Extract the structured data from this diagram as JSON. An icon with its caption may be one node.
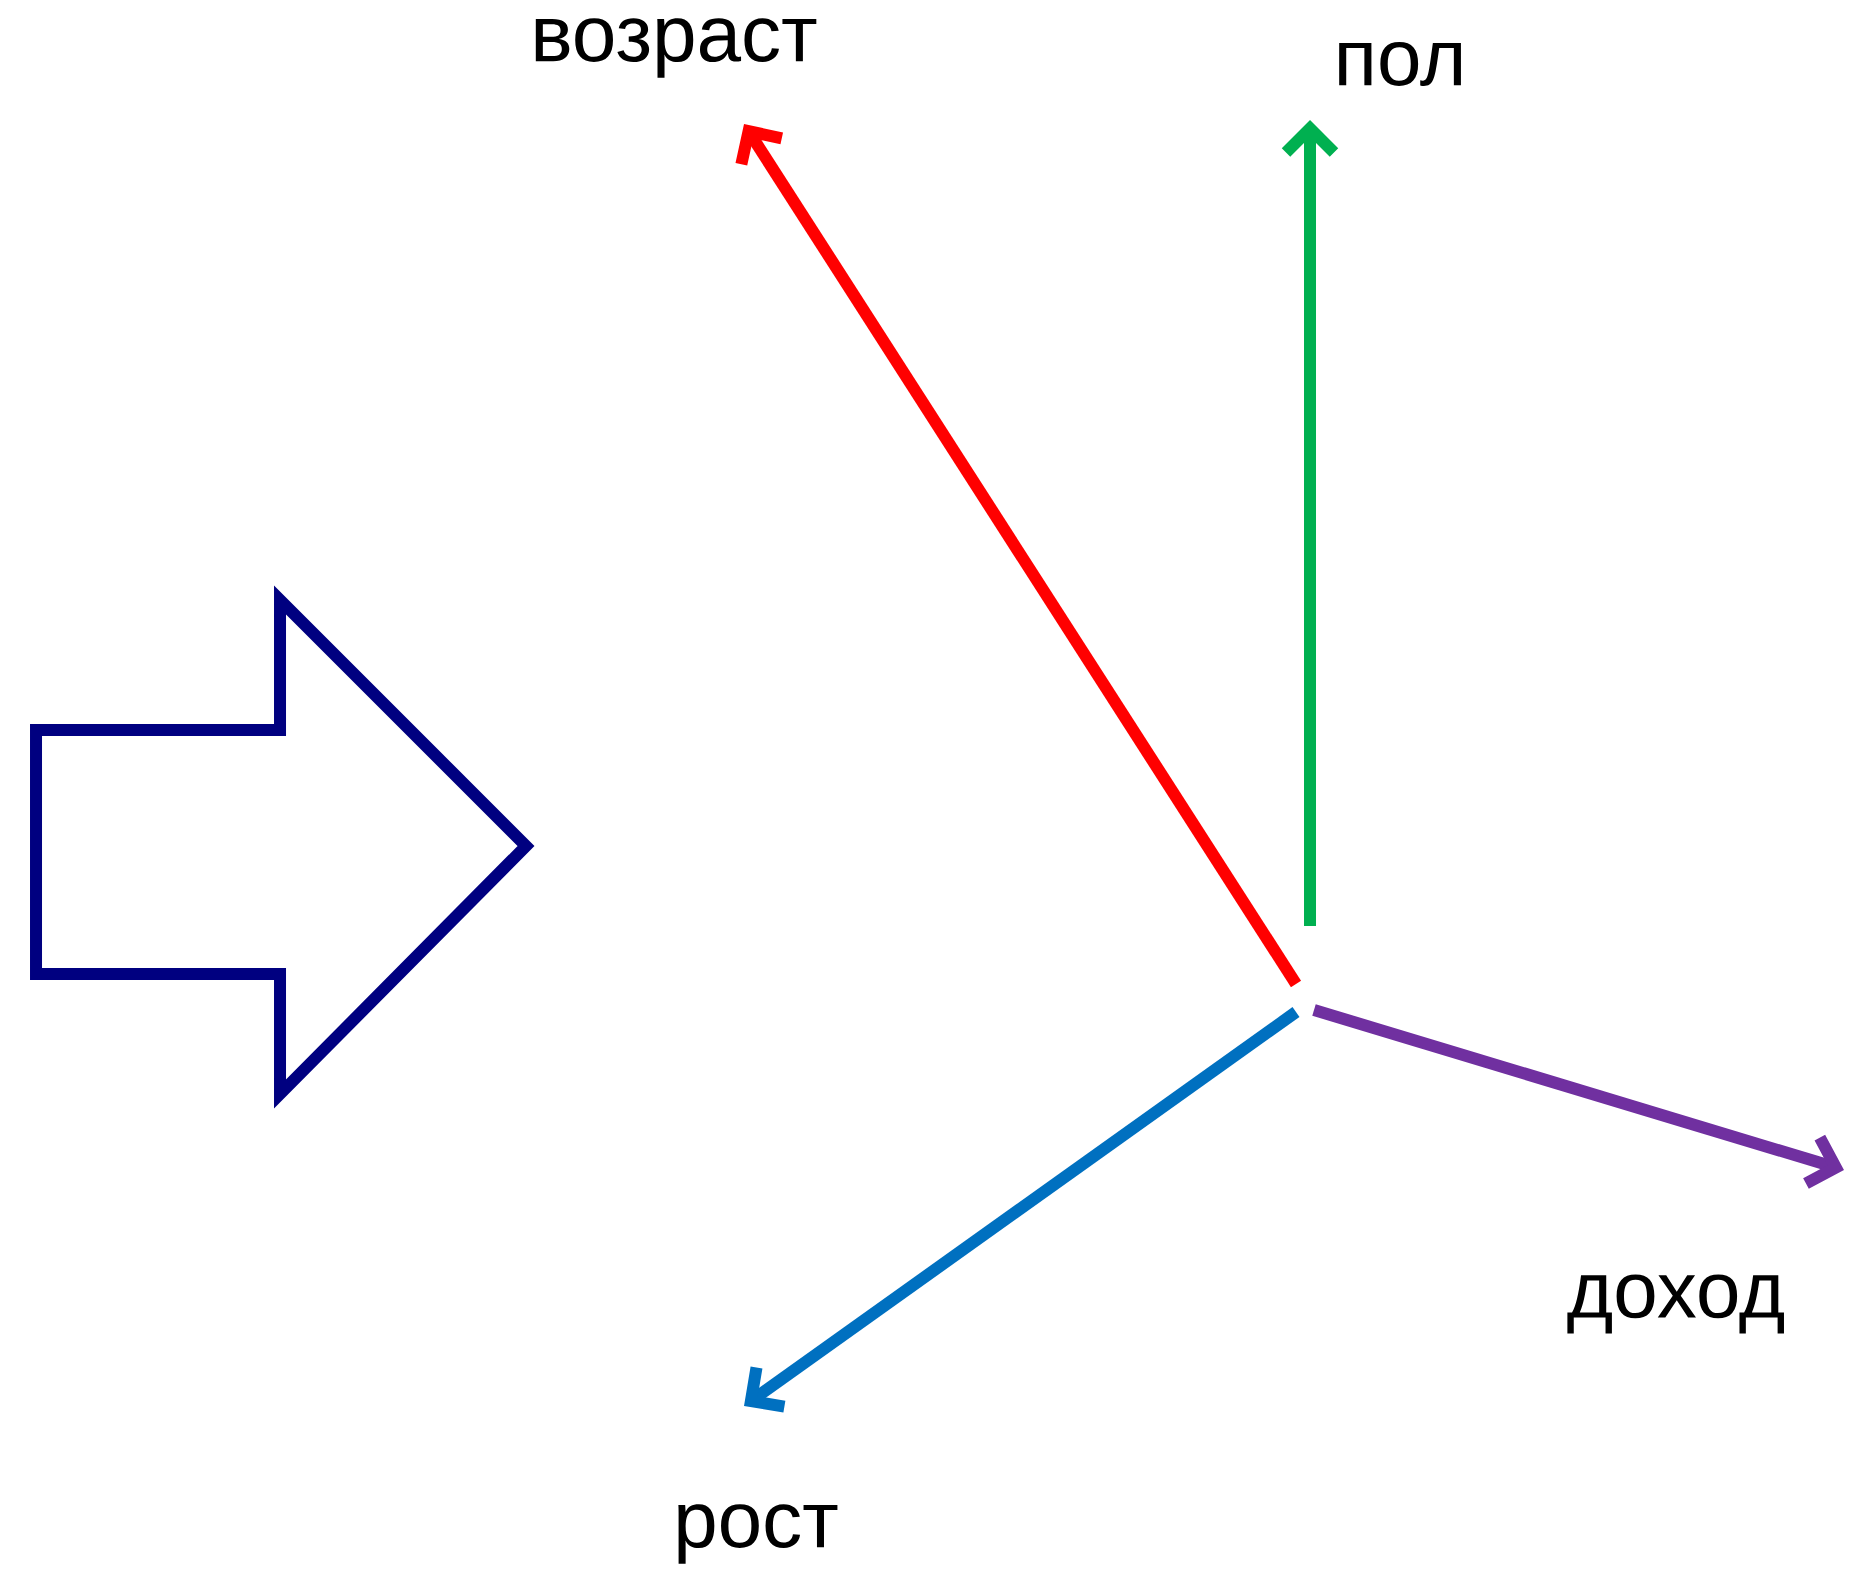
{
  "diagram": {
    "nodes": [
      {
        "text": [],
        "shape": "arrow"
      },
      {
        "text": [
          "возраст"
        ]
      },
      {
        "text": [
          "пол"
        ]
      },
      {
        "text": [
          "доход"
        ]
      },
      {
        "text": [
          "рост"
        ]
      }
    ],
    "edges": [
      {
        "from": null,
        "to": 1,
        "arrow": "to",
        "color": "#ff0000"
      },
      {
        "from": null,
        "to": 2,
        "arrow": "to",
        "color": "#00b050"
      },
      {
        "from": null,
        "to": 3,
        "arrow": "to",
        "color": "#7030a0"
      },
      {
        "from": null,
        "to": 4,
        "arrow": "to",
        "color": "#0070c0"
      }
    ]
  }
}
